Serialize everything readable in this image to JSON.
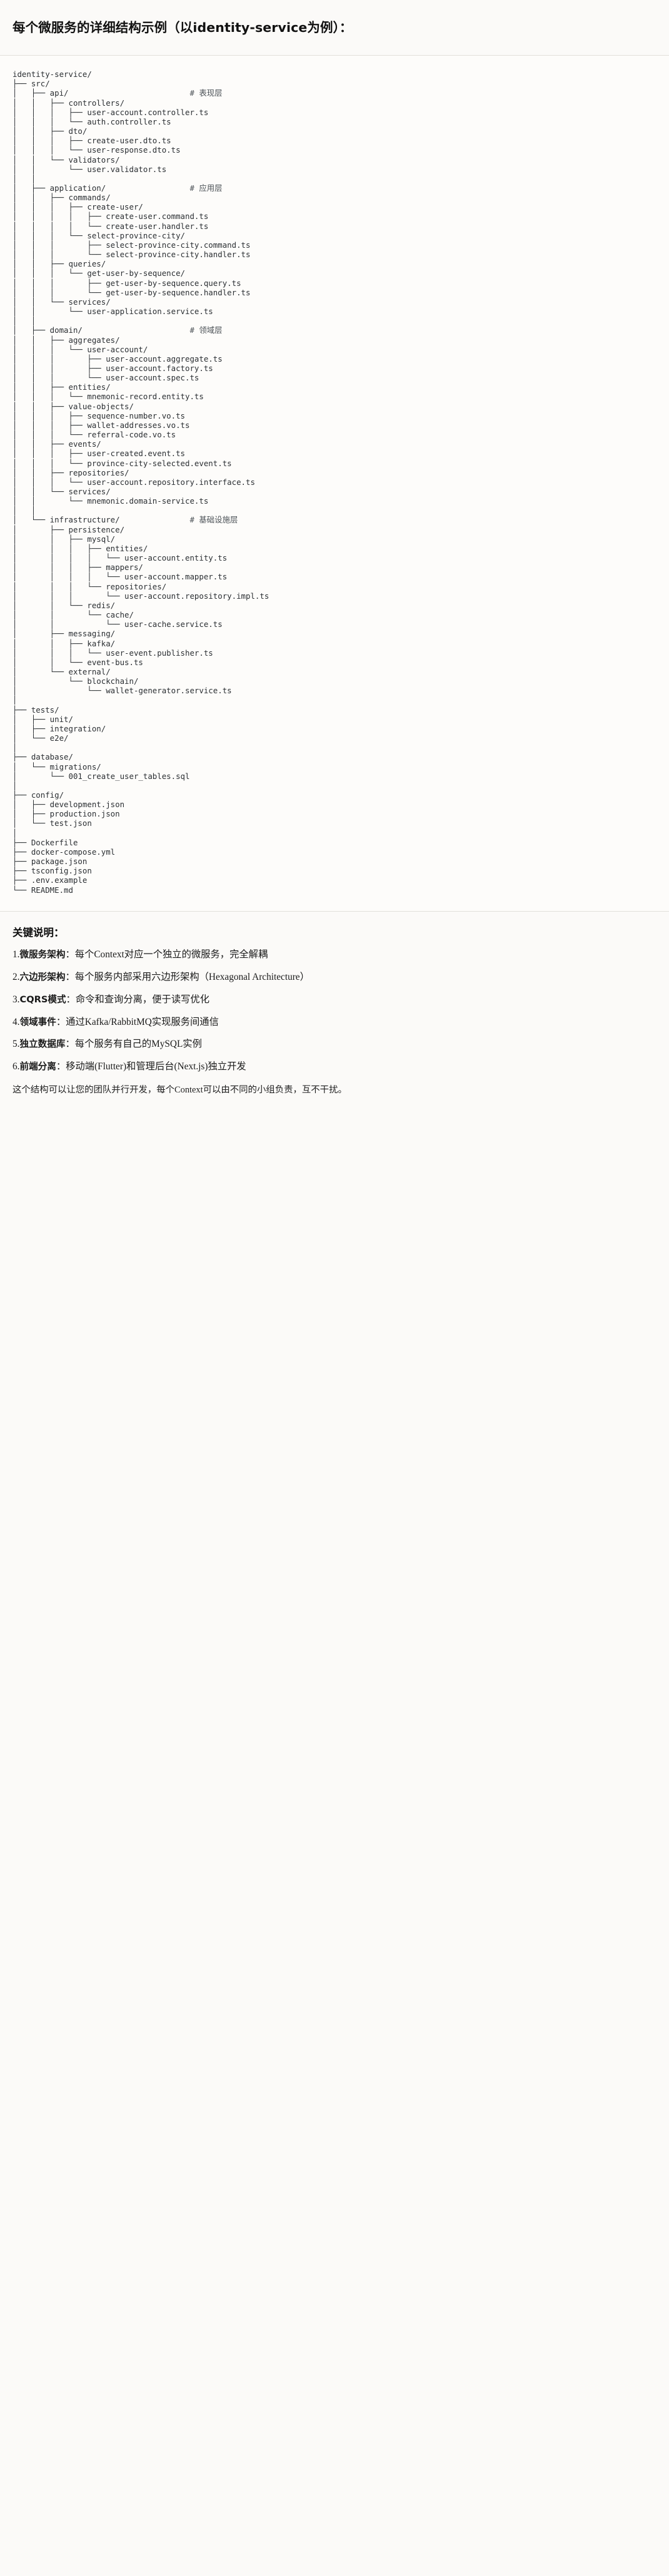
{
  "heading": "每个微服务的详细结构示例（以identity-service为例）：",
  "tree": {
    "root": "identity-service/",
    "lines": [
      "identity-service/",
      "├── src/",
      "│   ├── api/                          # 表现层",
      "│   │   ├── controllers/",
      "│   │   │   ├── user-account.controller.ts",
      "│   │   │   └── auth.controller.ts",
      "│   │   ├── dto/",
      "│   │   │   ├── create-user.dto.ts",
      "│   │   │   └── user-response.dto.ts",
      "│   │   └── validators/",
      "│   │       └── user.validator.ts",
      "│   │",
      "│   ├── application/                  # 应用层",
      "│   │   ├── commands/",
      "│   │   │   ├── create-user/",
      "│   │   │   │   ├── create-user.command.ts",
      "│   │   │   │   └── create-user.handler.ts",
      "│   │   │   └── select-province-city/",
      "│   │   │       ├── select-province-city.command.ts",
      "│   │   │       └── select-province-city.handler.ts",
      "│   │   ├── queries/",
      "│   │   │   └── get-user-by-sequence/",
      "│   │   │       ├── get-user-by-sequence.query.ts",
      "│   │   │       └── get-user-by-sequence.handler.ts",
      "│   │   └── services/",
      "│   │       └── user-application.service.ts",
      "│   │",
      "│   ├── domain/                       # 领域层",
      "│   │   ├── aggregates/",
      "│   │   │   └── user-account/",
      "│   │   │       ├── user-account.aggregate.ts",
      "│   │   │       ├── user-account.factory.ts",
      "│   │   │       └── user-account.spec.ts",
      "│   │   ├── entities/",
      "│   │   │   └── mnemonic-record.entity.ts",
      "│   │   ├── value-objects/",
      "│   │   │   ├── sequence-number.vo.ts",
      "│   │   │   ├── wallet-addresses.vo.ts",
      "│   │   │   └── referral-code.vo.ts",
      "│   │   ├── events/",
      "│   │   │   ├── user-created.event.ts",
      "│   │   │   └── province-city-selected.event.ts",
      "│   │   ├── repositories/",
      "│   │   │   └── user-account.repository.interface.ts",
      "│   │   └── services/",
      "│   │       └── mnemonic.domain-service.ts",
      "│   │",
      "│   └── infrastructure/               # 基础设施层",
      "│       ├── persistence/",
      "│       │   ├── mysql/",
      "│       │   │   ├── entities/",
      "│       │   │   │   └── user-account.entity.ts",
      "│       │   │   ├── mappers/",
      "│       │   │   │   └── user-account.mapper.ts",
      "│       │   │   └── repositories/",
      "│       │   │       └── user-account.repository.impl.ts",
      "│       │   └── redis/",
      "│       │       └── cache/",
      "│       │           └── user-cache.service.ts",
      "│       ├── messaging/",
      "│       │   ├── kafka/",
      "│       │   │   └── user-event.publisher.ts",
      "│       │   └── event-bus.ts",
      "│       └── external/",
      "│           └── blockchain/",
      "│               └── wallet-generator.service.ts",
      "│",
      "├── tests/",
      "│   ├── unit/",
      "│   ├── integration/",
      "│   └── e2e/",
      "│",
      "├── database/",
      "│   └── migrations/",
      "│       └── 001_create_user_tables.sql",
      "│",
      "├── config/",
      "│   ├── development.json",
      "│   ├── production.json",
      "│   └── test.json",
      "│",
      "├── Dockerfile",
      "├── docker-compose.yml",
      "├── package.json",
      "├── tsconfig.json",
      "├── .env.example",
      "└── README.md"
    ],
    "comments": [
      "# 表现层",
      "# 应用层",
      "# 领域层",
      "# 基础设施层"
    ]
  },
  "keys": {
    "title": "关键说明：",
    "items": [
      {
        "num": "1.",
        "term": "微服务架构",
        "desc": "：每个Context对应一个独立的微服务，完全解耦"
      },
      {
        "num": "2.",
        "term": "六边形架构",
        "desc": "：每个服务内部采用六边形架构（Hexagonal Architecture）"
      },
      {
        "num": "3.",
        "term": "CQRS模式",
        "desc": "：命令和查询分离，便于读写优化"
      },
      {
        "num": "4.",
        "term": "领域事件",
        "desc": "：通过Kafka/RabbitMQ实现服务间通信"
      },
      {
        "num": "5.",
        "term": "独立数据库",
        "desc": "：每个服务有自己的MySQL实例"
      },
      {
        "num": "6.",
        "term": "前端分离",
        "desc": "：移动端(Flutter)和管理后台(Next.js)独立开发"
      }
    ],
    "closing": "这个结构可以让您的团队并行开发，每个Context可以由不同的小组负责，互不干扰。"
  },
  "colors": {
    "background": "#fbfaf8",
    "text": "#1a1a1a",
    "tree_text": "#2b2f33",
    "comment": "#4b5156",
    "rule": "#e2e0db"
  }
}
